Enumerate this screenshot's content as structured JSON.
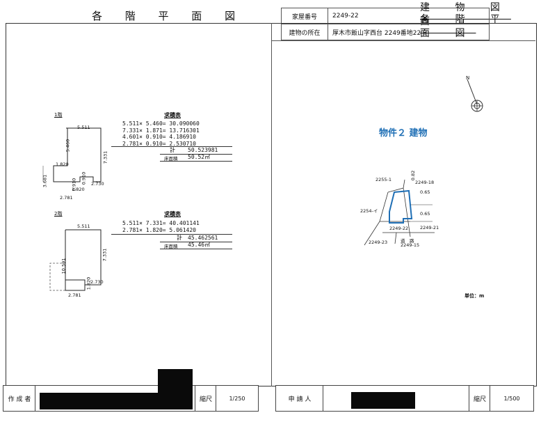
{
  "header": {
    "left_title": "各 階 平 面 図",
    "right_title_top": "建 物 図 面",
    "right_title_bottom": "各 階 平 面 図",
    "house_number_label": "家屋番号",
    "house_number_value": "2249-22",
    "location_label": "建物の所在",
    "location_value": "厚木市飯山字西台 2249番地22"
  },
  "floor1": {
    "label": "1階",
    "calc_title": "求積表",
    "calc_lines": [
      "5.511× 5.460= 30.090060",
      "7.331× 1.871= 13.716301",
      "4.601× 0.910=  4.186910",
      "2.781× 0.910=  2.530710"
    ],
    "total_label": "計",
    "total_value": "50.523981",
    "area_label": "床面積",
    "area_value": "50.52㎡",
    "dims": {
      "top": "5.511",
      "left": "5.460",
      "right": "7.331",
      "small_left": "1.820",
      "far_left": "3.681",
      "inner1": "0.910",
      "inner2": "0.910",
      "inner3": "1.820",
      "inner4": "2.730",
      "bottom": "2.781"
    }
  },
  "floor2": {
    "label": "2階",
    "calc_title": "求積表",
    "calc_lines": [
      "5.511× 7.331= 40.401141",
      "2.781× 1.820=  5.061420"
    ],
    "total_label": "計",
    "total_value": "45.462561",
    "area_label": "床面積",
    "area_value": "45.46㎡",
    "dims": {
      "top": "5.511",
      "left": "10.591",
      "right": "7.331",
      "inner": "1.820",
      "inner2": "2.730",
      "bottom": "2.781"
    }
  },
  "site_map": {
    "title": "物件２ 建物",
    "lots": [
      "2255-1",
      "2249-18",
      "2254-イ",
      "2249-22",
      "2249-21",
      "2249-23",
      "2249-15"
    ],
    "road_label": "道　路",
    "dims": [
      "0.82",
      "0.65",
      "0.65"
    ]
  },
  "unit_label": "単位：m",
  "compass_label": "N",
  "footer": {
    "creator_label": "作 成 者",
    "scale_label": "縮尺",
    "scale_left": "1/250",
    "applicant_label": "申 請 人",
    "scale_right": "1/500"
  }
}
